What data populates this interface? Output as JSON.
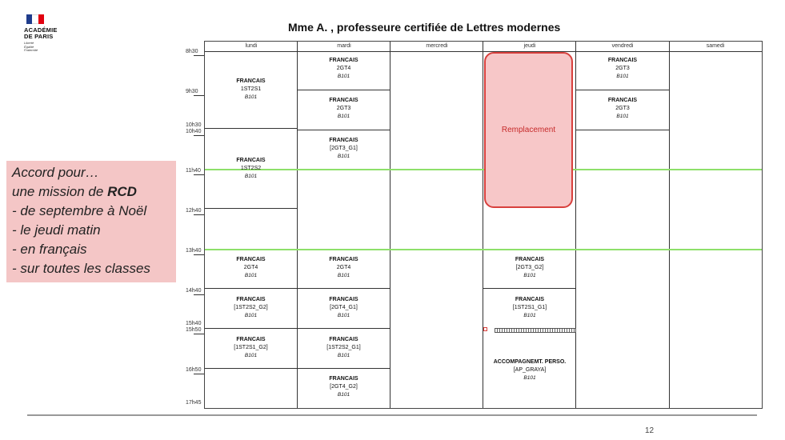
{
  "logo": {
    "line1": "ACADÉMIE",
    "line2": "DE PARIS",
    "motto": [
      "Liberté",
      "Égalité",
      "Fraternité"
    ],
    "flag_colors": [
      "#1f3c8c",
      "#ffffff",
      "#e1000f"
    ]
  },
  "title": "Mme A. , professeure certifiée de Lettres modernes",
  "callout": {
    "line1": "Accord pour…",
    "line2_prefix": "une mission de ",
    "line2_bold": "RCD",
    "line3": "- de septembre à Noël",
    "line4": "- le jeudi matin",
    "line5": "- en français",
    "line6": "- sur toutes les classes"
  },
  "days": [
    "lundi",
    "mardi",
    "mercredi",
    "jeudi",
    "vendredi",
    "samedi"
  ],
  "times": [
    "8h30",
    "9h30",
    "10h30",
    "10h40",
    "11h40",
    "12h40",
    "13h40",
    "14h40",
    "15h40",
    "15h50",
    "16h50",
    "17h45"
  ],
  "courses": {
    "lun1": {
      "subject": "FRANCAIS",
      "group": "1ST2S1",
      "room": "B101"
    },
    "lun2": {
      "subject": "FRANCAIS",
      "group": "1ST2S2",
      "room": "B101"
    },
    "lun3": {
      "subject": "FRANCAIS",
      "group": "2GT4",
      "room": "B101"
    },
    "lun4": {
      "subject": "FRANCAIS",
      "group": "[1ST2S2_G2]",
      "room": "B101"
    },
    "lun5": {
      "subject": "FRANCAIS",
      "group": "[1ST2S1_G2]",
      "room": "B101"
    },
    "mar1": {
      "subject": "FRANCAIS",
      "group": "2GT4",
      "room": "B101"
    },
    "mar2": {
      "subject": "FRANCAIS",
      "group": "2GT3",
      "room": "B101"
    },
    "mar3": {
      "subject": "FRANCAIS",
      "group": "[2GT3_G1]",
      "room": "B101"
    },
    "mar4": {
      "subject": "FRANCAIS",
      "group": "2GT4",
      "room": "B101"
    },
    "mar5": {
      "subject": "FRANCAIS",
      "group": "[2GT4_G1]",
      "room": "B101"
    },
    "mar6": {
      "subject": "FRANCAIS",
      "group": "[1ST2S2_G1]",
      "room": "B101"
    },
    "mar7": {
      "subject": "FRANCAIS",
      "group": "[2GT4_G2]",
      "room": "B101"
    },
    "jeu1": {
      "subject": "FRANCAIS",
      "group": "[2GT3_G2]",
      "room": "B101"
    },
    "jeu2": {
      "subject": "FRANCAIS",
      "group": "[1ST2S1_G1]",
      "room": "B101"
    },
    "jeu3": {
      "subject": "ACCOMPAGNEMT. PERSO.",
      "group": "[AP_GRAYA]",
      "room": "B101"
    },
    "ven1": {
      "subject": "FRANCAIS",
      "group": "2GT3",
      "room": "B101"
    },
    "ven2": {
      "subject": "FRANCAIS",
      "group": "2GT3",
      "room": "B101"
    }
  },
  "replacement_label": "Remplacement",
  "page_number": "12",
  "colors": {
    "callout_bg": "#f4c6c6",
    "replacement_bg": "#f7c7c8",
    "replacement_border": "#d8403d",
    "highlight_line": "#8ee06a"
  }
}
